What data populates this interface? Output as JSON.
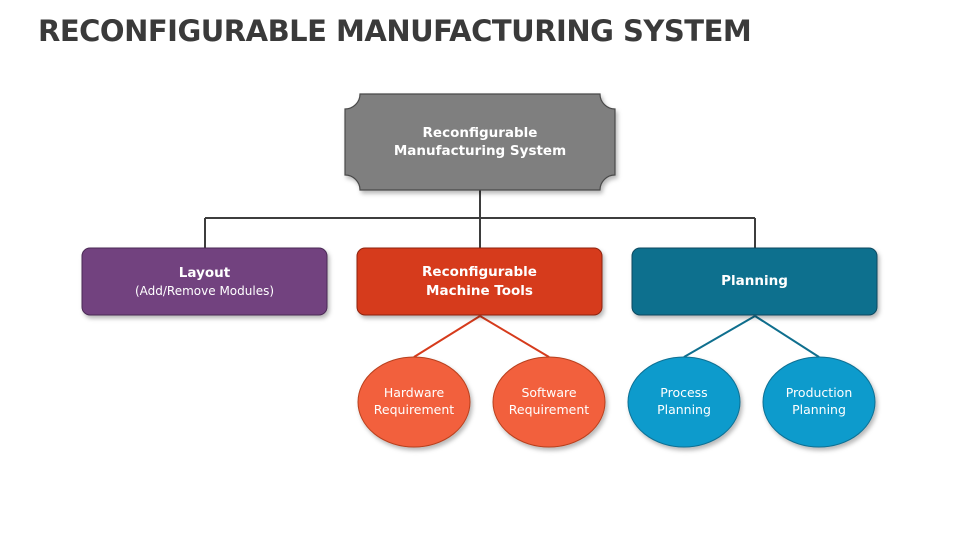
{
  "title": "RECONFIGURABLE MANUFACTURING SYSTEM",
  "colors": {
    "title_text": "#3a3a3a",
    "connector": "#3d3d3d",
    "root_fill": "#7f7f7f",
    "layout_fill": "#72437f",
    "tools_fill": "#d63b1c",
    "planning_fill": "#0f6f8e",
    "tools_child_fill": "#f2603d",
    "planning_child_fill": "#0f9bcc"
  },
  "root": {
    "line1": "Reconfigurable",
    "line2": "Manufacturing System"
  },
  "branches": [
    {
      "line1": "Layout",
      "line2": "(Add/Remove Modules)"
    },
    {
      "line1": "Reconfigurable",
      "line2": "Machine Tools"
    },
    {
      "line1": "Planning",
      "line2": ""
    }
  ],
  "tools_children": [
    {
      "line1": "Hardware",
      "line2": "Requirement"
    },
    {
      "line1": "Software",
      "line2": "Requirement"
    }
  ],
  "planning_children": [
    {
      "line1": "Process",
      "line2": "Planning"
    },
    {
      "line1": "Production",
      "line2": "Planning"
    }
  ]
}
